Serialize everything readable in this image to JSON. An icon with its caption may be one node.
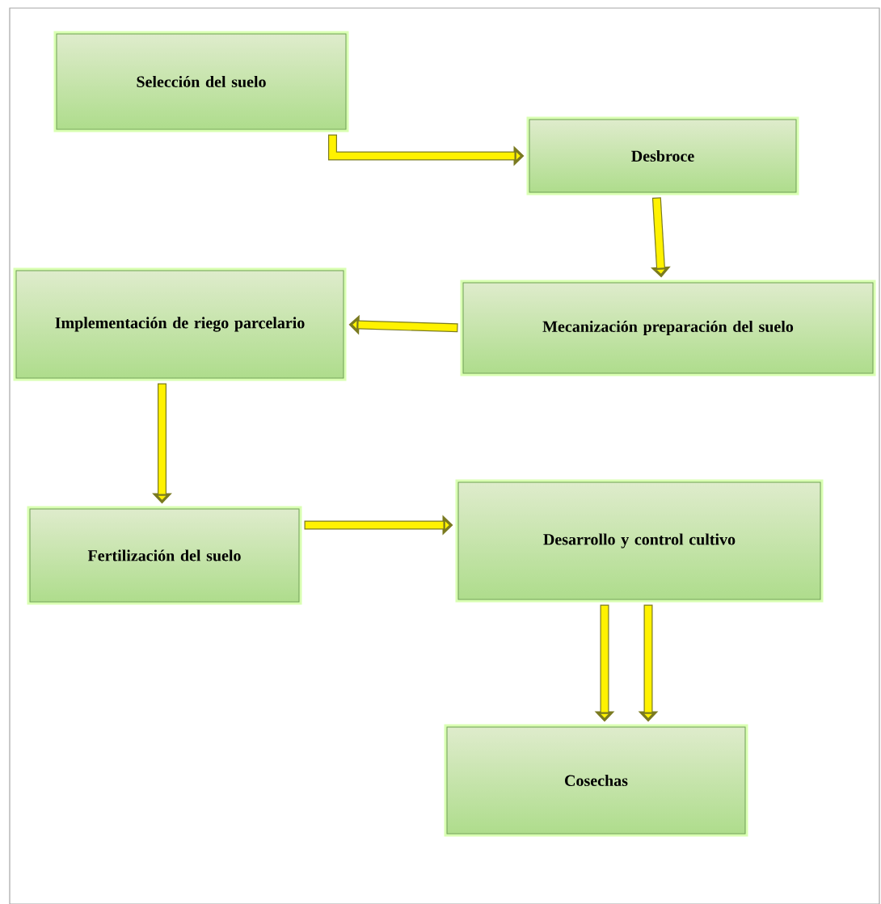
{
  "diagram": {
    "nodes": [
      {
        "text": [
          "Selección del suelo"
        ]
      },
      {
        "text": [
          "Desbroce"
        ]
      },
      {
        "text": [
          "Mecanización preparación del suelo"
        ]
      },
      {
        "text": [
          "Implementación de riego parcelario"
        ]
      },
      {
        "text": [
          "Fertilización del suelo"
        ]
      },
      {
        "text": [
          "Desarrollo y control cultivo"
        ]
      },
      {
        "text": [
          "Cosechas"
        ]
      }
    ],
    "edges": [
      {
        "from": 0,
        "to": 1,
        "arrow": "to"
      },
      {
        "from": 1,
        "to": 2,
        "arrow": "to"
      },
      {
        "from": 2,
        "to": 3,
        "arrow": "to"
      },
      {
        "from": 3,
        "to": 4,
        "arrow": "to"
      },
      {
        "from": 4,
        "to": 5,
        "arrow": "to"
      },
      {
        "from": 5,
        "to": 6,
        "arrow": "to"
      },
      {
        "from": 5,
        "to": 6,
        "arrow": "to"
      }
    ]
  }
}
